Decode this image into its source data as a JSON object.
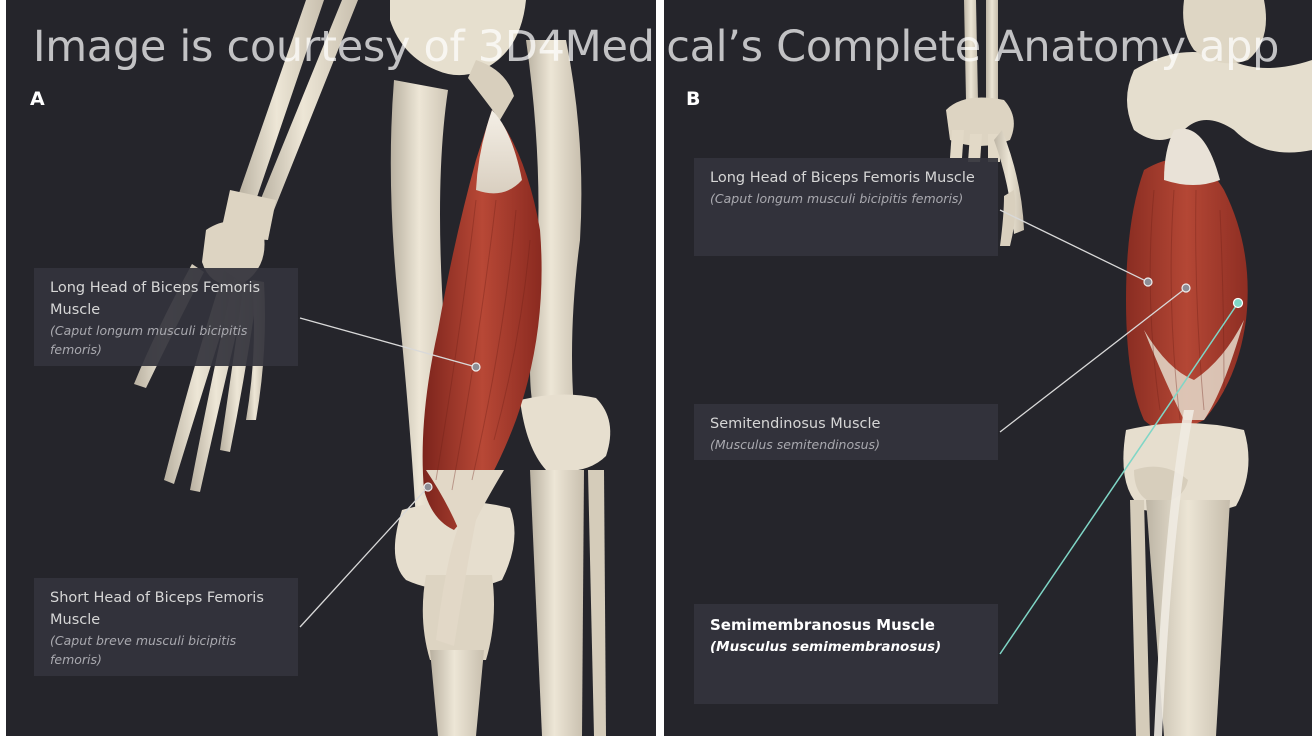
{
  "watermark": "Image is courtesy of 3D4Medical’s Complete Anatomy app",
  "panels": [
    {
      "letter": "A",
      "labels": [
        {
          "name": "Long Head of Biceps Femoris Muscle",
          "latin": "(Caput longum musculi bicipitis femoris)"
        },
        {
          "name": "Short Head of Biceps Femoris Muscle",
          "latin": "(Caput breve musculi bicipitis femoris)"
        }
      ]
    },
    {
      "letter": "B",
      "labels": [
        {
          "name": "Long Head of Biceps Femoris Muscle",
          "latin": "(Caput longum musculi bicipitis femoris)"
        },
        {
          "name": "Semitendinosus Muscle",
          "latin": "(Musculus semitendinosus)"
        },
        {
          "name": "Semimembranosus Muscle",
          "latin": "(Musculus semimembranosus)"
        }
      ]
    }
  ],
  "colors": {
    "background": "#25252b",
    "bone": "#e4dccb",
    "muscle": "#a0382c",
    "tendon": "#ece6dc",
    "highlight_line": "#7fd6c6"
  }
}
